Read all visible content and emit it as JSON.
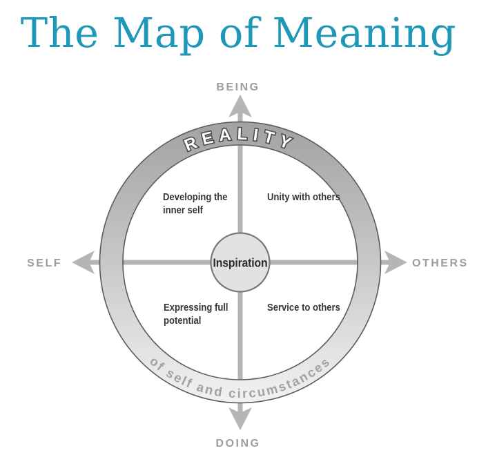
{
  "title": "The Map of Meaning",
  "axes": {
    "top": "BEING",
    "bottom": "DOING",
    "left": "SELF",
    "right": "OTHERS"
  },
  "ring": {
    "top_label": "REALITY",
    "bottom_label": "of self and circumstances"
  },
  "center": {
    "label": "Inspiration"
  },
  "quadrants": [
    {
      "position": "top-left",
      "lines": [
        "Developing the",
        "inner self"
      ]
    },
    {
      "position": "top-right",
      "lines": [
        "Unity with others"
      ]
    },
    {
      "position": "bottom-left",
      "lines": [
        "Expressing full",
        "potential"
      ]
    },
    {
      "position": "bottom-right",
      "lines": [
        "Service to others"
      ]
    }
  ],
  "colors": {
    "title_text": "#1e97b8",
    "ring_gradient_top": "#a2a2a2",
    "ring_gradient_bottom": "#f2f2f2",
    "ring_outline": "#5b5b5b",
    "axis_line": "#b5b5b5",
    "axis_label_text": "#9d9d9d",
    "reality_fill": "#ffffff",
    "reality_outline": "#4a4a4a",
    "bottom_arc_text": "#a2a2a2",
    "quadrant_text": "#353535",
    "center_fill": "#e2e2e2",
    "center_stroke": "#787878"
  }
}
